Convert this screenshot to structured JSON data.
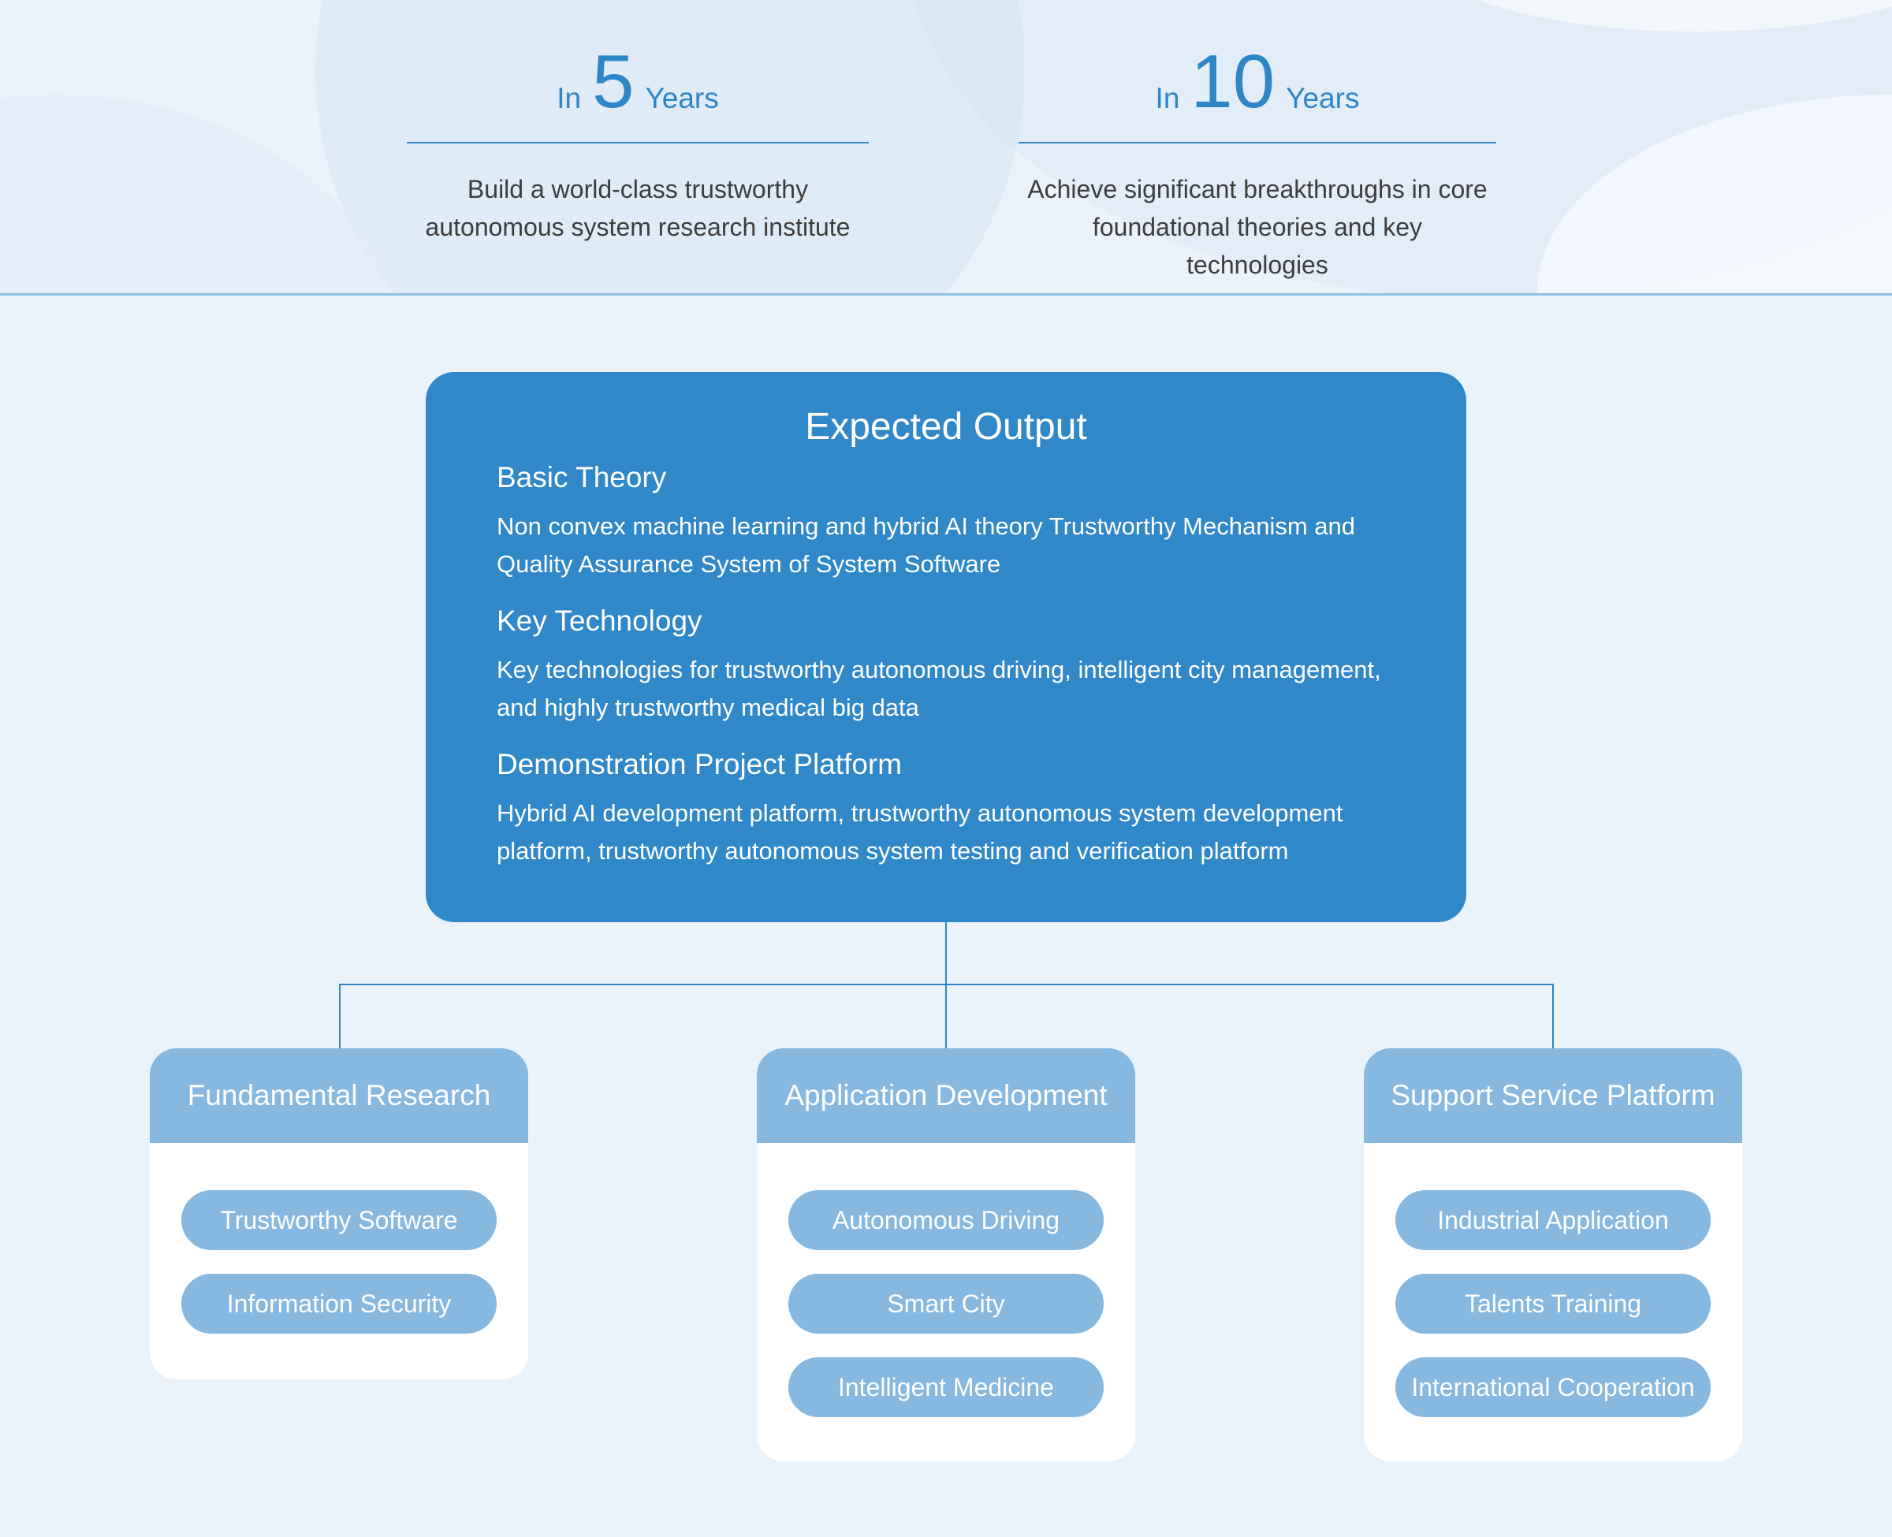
{
  "goals": [
    {
      "prefix": "In",
      "number": "5",
      "suffix": "Years",
      "description_lines": [
        "Build a world-class trustworthy",
        "autonomous system research institute"
      ]
    },
    {
      "prefix": "In",
      "number": "10",
      "suffix": "Years",
      "description_lines": [
        "Achieve significant breakthroughs in core",
        "foundational theories and key technologies"
      ]
    }
  ],
  "output": {
    "title": "Expected Output",
    "sections": [
      {
        "heading": "Basic Theory",
        "lines": [
          "Non convex machine learning and hybrid AI theory Trustworthy Mechanism and",
          "Quality Assurance System of System Software"
        ]
      },
      {
        "heading": "Key Technology",
        "lines": [
          "Key technologies for trustworthy autonomous driving, intelligent city management,",
          "and highly trustworthy medical big data"
        ]
      },
      {
        "heading": "Demonstration Project Platform",
        "lines": [
          "Hybrid AI development platform, trustworthy autonomous system development",
          "platform, trustworthy autonomous system testing and verification platform"
        ]
      }
    ]
  },
  "branches": [
    {
      "title": "Fundamental Research",
      "items": [
        "Trustworthy Software",
        "Information Security"
      ]
    },
    {
      "title": "Application Development",
      "items": [
        "Autonomous Driving",
        "Smart City",
        "Intelligent Medicine"
      ]
    },
    {
      "title": "Support Service Platform",
      "items": [
        "Industrial Application",
        "Talents Training",
        "International Cooperation"
      ]
    }
  ],
  "colors": {
    "accent": "#2f86c7",
    "output_box": "#3088c8",
    "card_header": "#86b8e0",
    "background": "#ebf3fa"
  }
}
